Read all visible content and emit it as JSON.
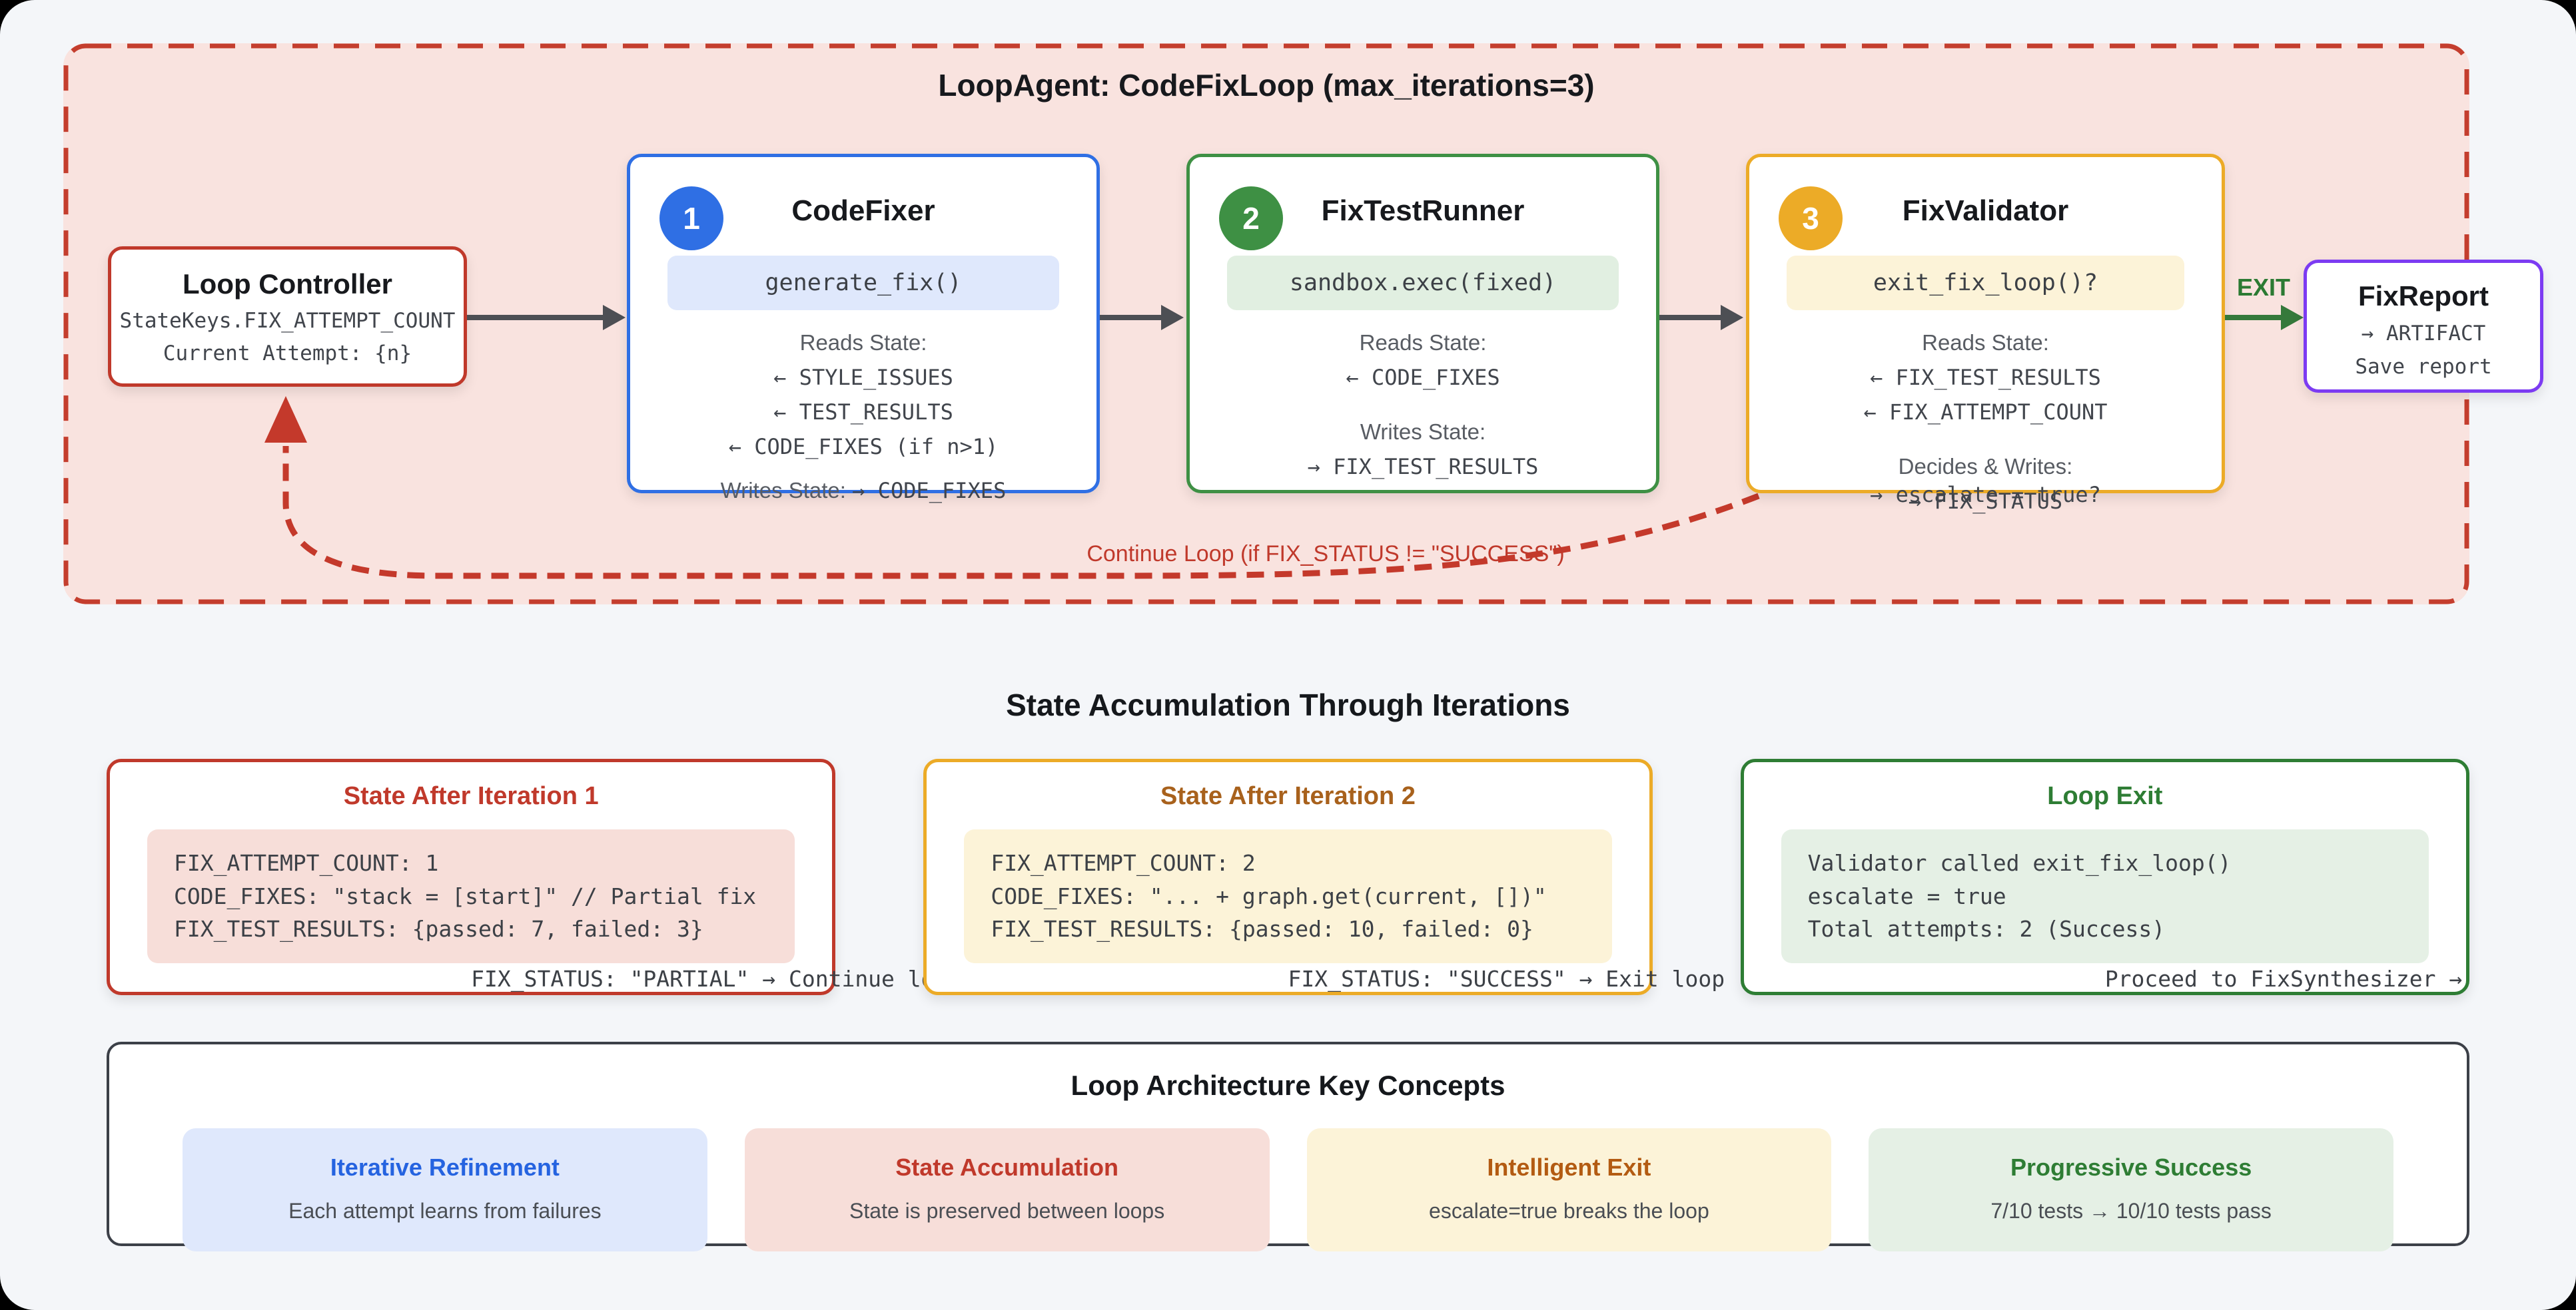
{
  "loop": {
    "title": "LoopAgent: CodeFixLoop (max_iterations=3)",
    "controller": {
      "title": "Loop Controller",
      "line1": "StateKeys.FIX_ATTEMPT_COUNT",
      "line2": "Current Attempt: {n}"
    },
    "agents": [
      {
        "num": "1",
        "title": "CodeFixer",
        "pill": "generate_fix()",
        "reads_label": "Reads State:",
        "reads": [
          "← STYLE_ISSUES",
          "← TEST_RESULTS",
          "← CODE_FIXES (if n>1)"
        ],
        "writes_label": "Writes State:",
        "writes_inline": "→ CODE_FIXES"
      },
      {
        "num": "2",
        "title": "FixTestRunner",
        "pill": "sandbox.exec(fixed)",
        "reads_label": "Reads State:",
        "reads": [
          "← CODE_FIXES"
        ],
        "writes_label": "Writes State:",
        "writes": [
          "→ FIX_TEST_RESULTS"
        ]
      },
      {
        "num": "3",
        "title": "FixValidator",
        "pill": "exit_fix_loop()?",
        "reads_label": "Reads State:",
        "reads": [
          "← FIX_TEST_RESULTS",
          "← FIX_ATTEMPT_COUNT"
        ],
        "writes_label": "Decides & Writes:",
        "writes": [
          "→ FIX_STATUS"
        ],
        "escalate": "→ escalate = true?"
      }
    ],
    "exit_label": "EXIT",
    "report": {
      "title": "FixReport",
      "line1": "→ ARTIFACT",
      "line2": "Save report"
    },
    "continue_label": "Continue Loop (if FIX_STATUS != \"SUCCESS\")"
  },
  "states": {
    "heading": "State Accumulation Through Iterations",
    "boxes": [
      {
        "title": "State After Iteration 1",
        "lines": [
          "FIX_ATTEMPT_COUNT: 1",
          "CODE_FIXES: \"stack = [start]\" // Partial fix",
          "FIX_TEST_RESULTS: {passed: 7, failed: 3}"
        ],
        "overflow_line": "FIX_STATUS: \"PARTIAL\" → Continue loop"
      },
      {
        "title": "State After Iteration 2",
        "lines": [
          "FIX_ATTEMPT_COUNT: 2",
          "CODE_FIXES: \"... + graph.get(current, [])\"",
          "FIX_TEST_RESULTS: {passed: 10, failed: 0}"
        ],
        "overflow_line": "FIX_STATUS: \"SUCCESS\" → Exit loop"
      },
      {
        "title": "Loop Exit",
        "lines": [
          "Validator called exit_fix_loop()",
          "escalate = true",
          "Total attempts: 2 (Success)"
        ],
        "overflow_line": "Proceed to FixSynthesizer →"
      }
    ]
  },
  "concepts": {
    "heading": "Loop Architecture Key Concepts",
    "cards": [
      {
        "title": "Iterative Refinement",
        "desc": "Each attempt learns from failures"
      },
      {
        "title": "State Accumulation",
        "desc": "State is preserved between loops"
      },
      {
        "title": "Intelligent Exit",
        "desc": "escalate=true breaks the loop"
      },
      {
        "title": "Progressive Success",
        "desc": "7/10 tests → 10/10 tests pass"
      }
    ]
  },
  "colors": {
    "page_bg": "#f4f6f9",
    "loop_bg": "#f9e3df",
    "loop_border_red": "#c43e2e",
    "accent_red": "#c0392b",
    "accent_blue": "#2f6fe4",
    "accent_green": "#3e9044",
    "accent_amber": "#ecab27",
    "accent_purple": "#7c3bf2",
    "exit_green": "#2c7a33",
    "arrow_gray": "#4d4f54"
  }
}
